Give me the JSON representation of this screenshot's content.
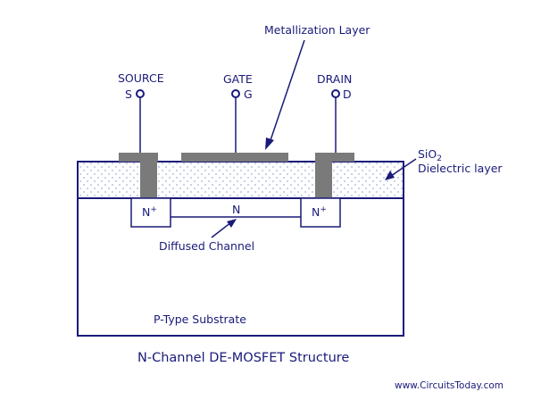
{
  "labels": {
    "metallization": "Metallization Layer",
    "source": "SOURCE",
    "gate": "GATE",
    "drain": "DRAIN",
    "s": "S",
    "g": "G",
    "d": "D",
    "sio2_main": "SiO",
    "sio2_sub": "2",
    "dielectric": "Dielectric layer",
    "n_plus_base": "N",
    "n_plus_sup": "+",
    "n_channel": "N",
    "diffused_channel": "Diffused Channel",
    "substrate": "P-Type Substrate"
  },
  "caption": "N-Channel DE-MOSFET Structure",
  "website": "www.CircuitsToday.com",
  "colors": {
    "line": "#1a1a7a",
    "metal": "#7a7a7a",
    "oxide_dot": "#9fb3d8"
  }
}
